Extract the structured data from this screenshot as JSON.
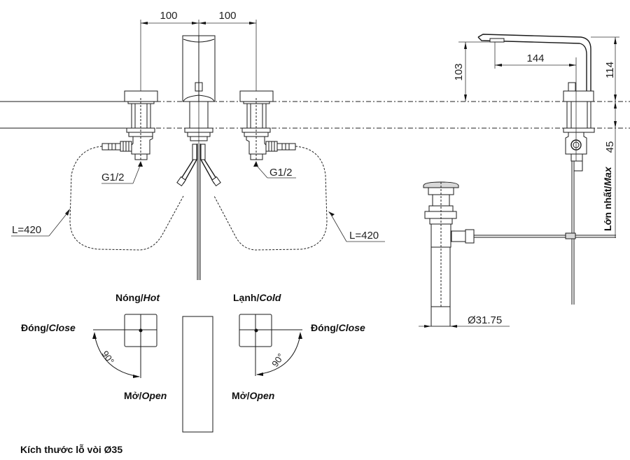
{
  "drawing": {
    "title": "Faucet technical drawing",
    "front_view": {
      "dim_left": "100",
      "dim_right": "100",
      "thread_left": "G1/2",
      "thread_right": "G1/2",
      "hose_left": "L=420",
      "hose_right": "L=420"
    },
    "side_view": {
      "dim_reach": "144",
      "dim_height_spout": "103",
      "dim_height_total": "114",
      "dim_deck_max": "45",
      "deck_max_label": "Lớn nhất/",
      "deck_max_label_italic": "Max",
      "drain_diameter": "Ø31.75"
    },
    "handles": {
      "hot_label": "Nóng/",
      "hot_label_italic": "Hot",
      "cold_label": "Lạnh/",
      "cold_label_italic": "Cold",
      "close_label": "Đóng/",
      "close_label_italic": "Close",
      "open_label": "Mở/",
      "open_label_italic": "Open",
      "angle_left": "90°",
      "angle_right": "90°"
    },
    "hole_size_note": "Kích thước lỗ vòi Ø35"
  }
}
